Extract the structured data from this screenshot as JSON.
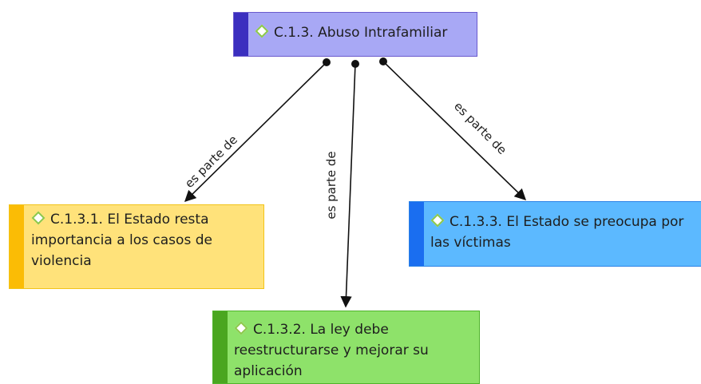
{
  "nodes": {
    "root": {
      "label": "C.1.3. Abuso Intrafamiliar",
      "color": "#a8a8f5"
    },
    "child1": {
      "label": "C.1.3.1. El Estado resta importancia a los casos de violencia",
      "color": "#ffe27a"
    },
    "child2": {
      "label": "C.1.3.2. La ley debe reestructurarse y mejorar su aplicación",
      "color": "#8ee26a"
    },
    "child3": {
      "label": "C.1.3.3. El Estado se preocupa por las víctimas",
      "color": "#5cb9ff"
    }
  },
  "links": {
    "link1": "es parte de",
    "link2": "es parte de",
    "link3": "es parte de"
  }
}
